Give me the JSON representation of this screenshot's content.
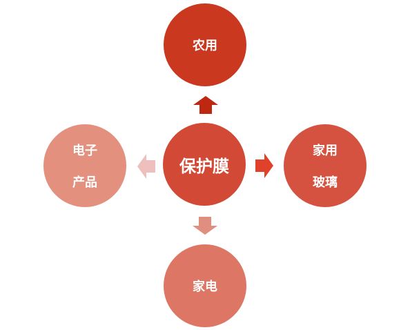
{
  "diagram": {
    "center": {
      "label": "保护膜",
      "color": "#D24A35"
    },
    "nodes": {
      "top": {
        "lines": [
          "农用"
        ],
        "color": "#C9381F"
      },
      "right": {
        "lines": [
          "家用",
          "玻璃"
        ],
        "color": "#D4523F"
      },
      "bottom": {
        "lines": [
          "家电"
        ],
        "color": "#DE7665"
      },
      "left": {
        "lines": [
          "电子",
          "产品"
        ],
        "color": "#E4907F"
      }
    },
    "arrows": {
      "up": {
        "color": "#BE2710"
      },
      "right": {
        "color": "#E0412A"
      },
      "down": {
        "color": "#DF8E80"
      },
      "left": {
        "color": "#EDBFBD"
      }
    }
  }
}
